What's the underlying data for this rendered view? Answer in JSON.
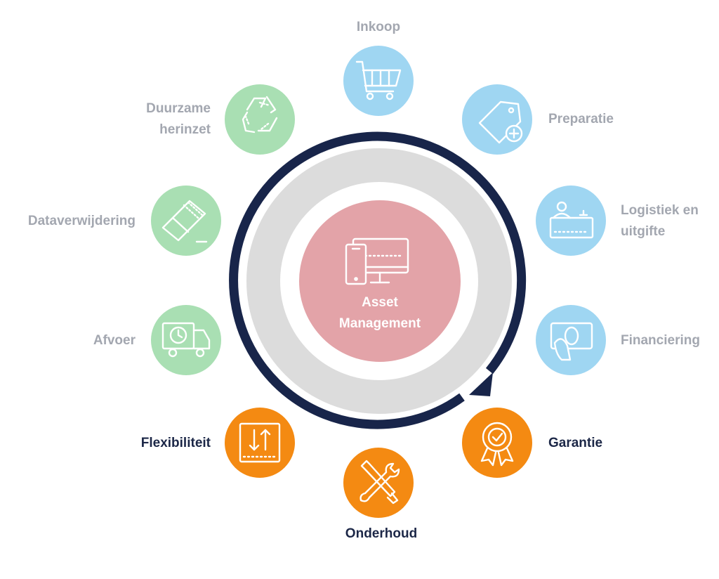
{
  "center": {
    "line1": "Asset",
    "line2": "Management",
    "color": "#e3a3a8"
  },
  "colors": {
    "ring_outer": "#18254a",
    "ring_gray": "#dcdcdc",
    "blue": "#9fd6f2",
    "green": "#a9dfb3",
    "orange": "#f48a12",
    "label_muted": "#a3a7b0",
    "label_dark": "#1c2747"
  },
  "nodes": [
    {
      "id": "inkoop",
      "label": "Inkoop",
      "color": "blue",
      "icon": "shopping-cart-icon"
    },
    {
      "id": "preparatie",
      "label": "Preparatie",
      "color": "blue",
      "icon": "price-tag-plus-icon"
    },
    {
      "id": "logistiek",
      "label_1": "Logistiek en",
      "label_2": "uitgifte",
      "color": "blue",
      "icon": "service-desk-icon"
    },
    {
      "id": "financiering",
      "label": "Financiering",
      "color": "blue",
      "icon": "money-in-hand-icon"
    },
    {
      "id": "garantie",
      "label": "Garantie",
      "color": "orange",
      "icon": "warranty-badge-icon"
    },
    {
      "id": "onderhoud",
      "label": "Onderhoud",
      "color": "orange",
      "icon": "wrench-screwdriver-icon"
    },
    {
      "id": "flexibiliteit",
      "label": "Flexibiliteit",
      "color": "orange",
      "icon": "up-down-arrows-icon"
    },
    {
      "id": "afvoer",
      "label": "Afvoer",
      "color": "green",
      "icon": "delivery-truck-clock-icon"
    },
    {
      "id": "dataverwijdering",
      "label": "Dataverwijdering",
      "color": "green",
      "icon": "eraser-icon"
    },
    {
      "id": "duurzame",
      "label_1": "Duurzame",
      "label_2": "herinzet",
      "color": "green",
      "icon": "recycle-icon"
    }
  ],
  "center_icon": "devices-monitor-phone-icon",
  "cycle_arrow_icon": "cycle-arrow-icon"
}
